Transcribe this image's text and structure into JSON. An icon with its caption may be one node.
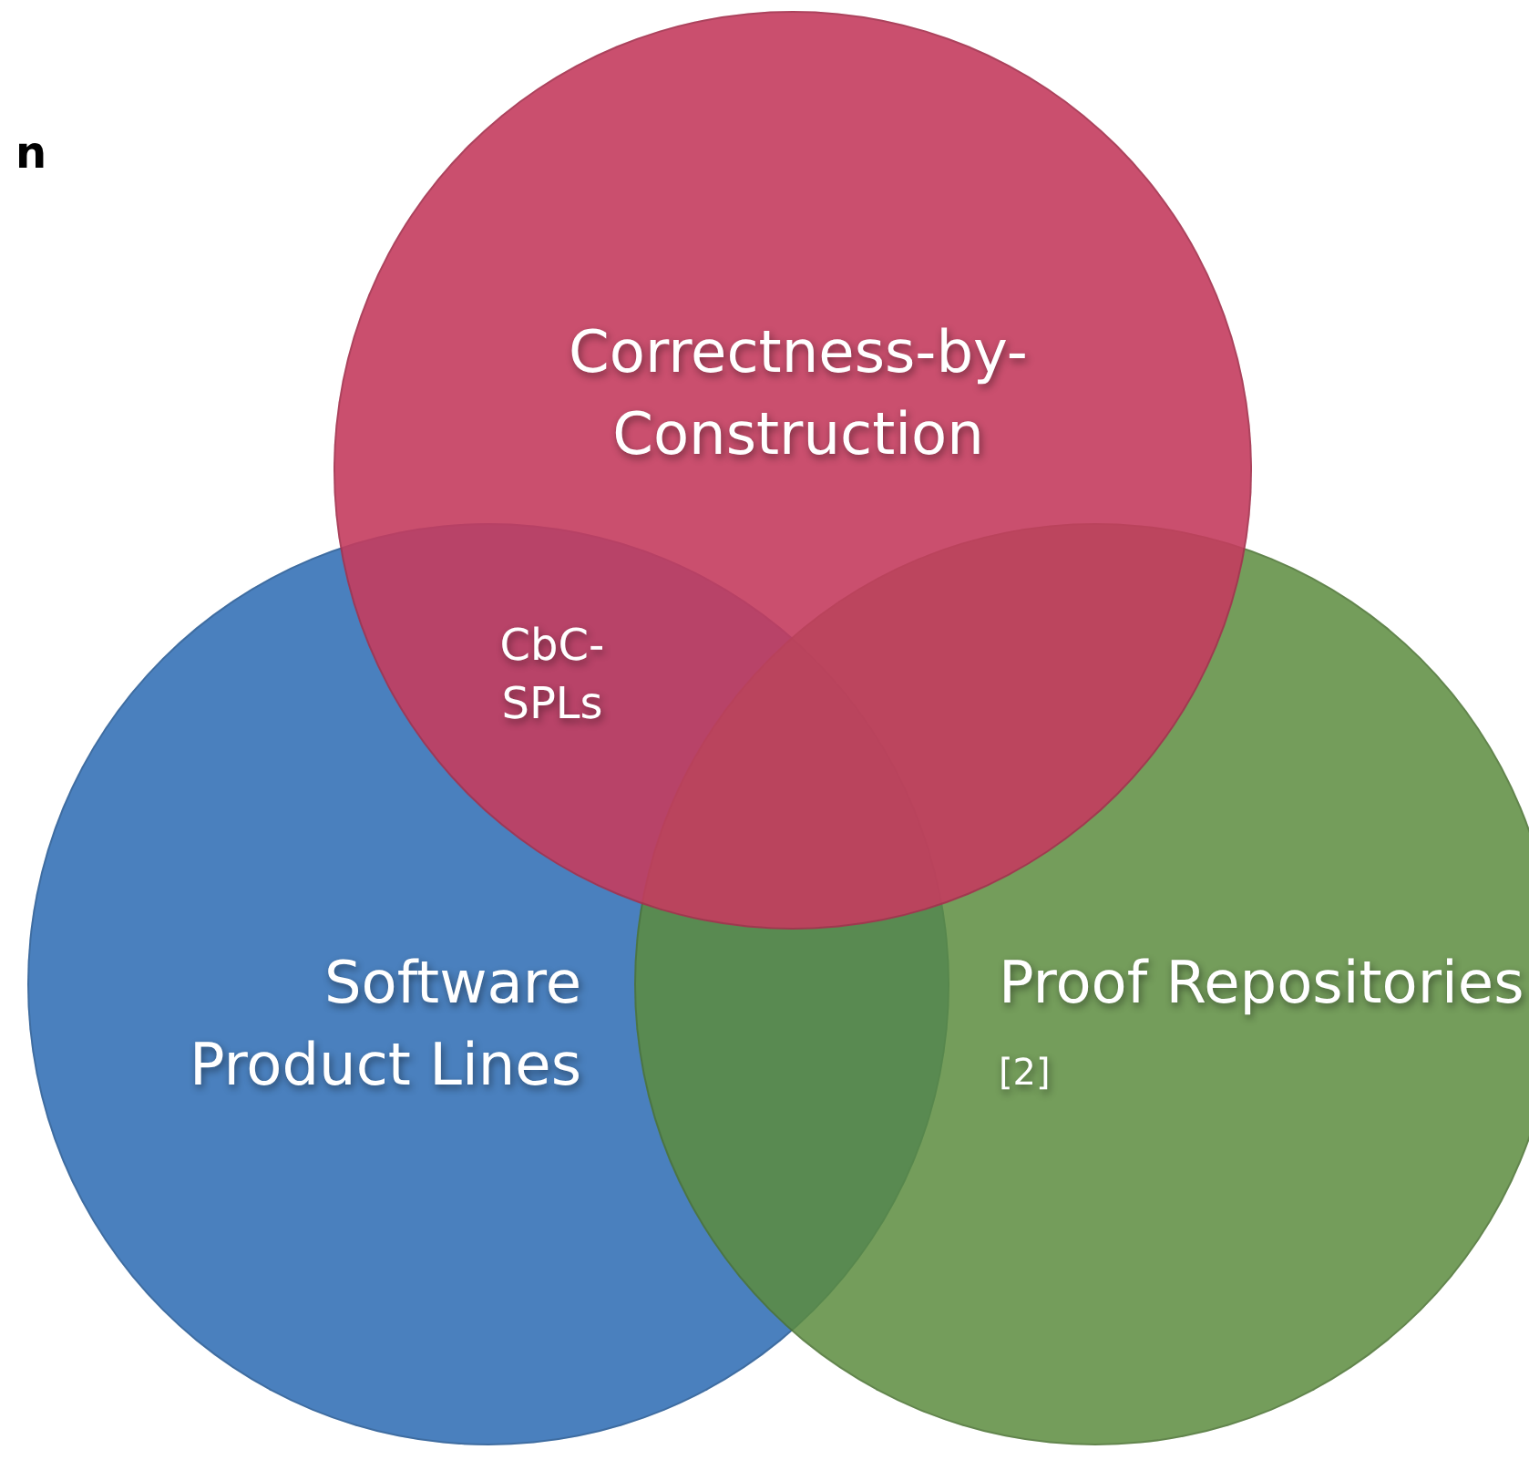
{
  "diagram": {
    "nodes": [
      {
        "text": [
          "Correctness-by-Construction"
        ]
      },
      {
        "text": [
          "Software Product Lines"
        ]
      },
      {
        "text": [
          "Proof Repositories",
          "[2]"
        ]
      }
    ],
    "labels": [
      "n",
      "CbC-SPLs"
    ]
  }
}
